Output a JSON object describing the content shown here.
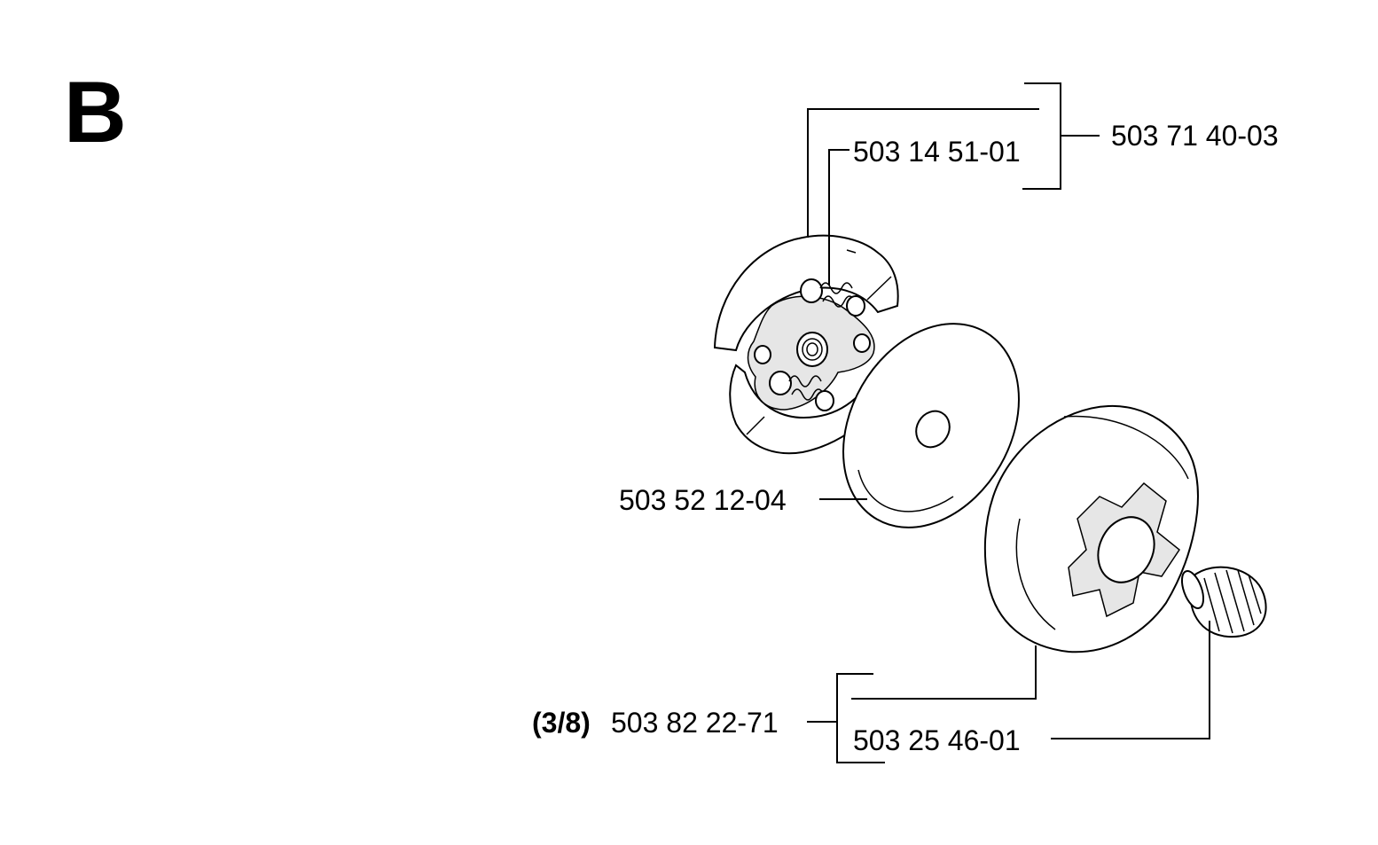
{
  "diagram": {
    "section_letter": "B",
    "labels": {
      "clutch_assembly": "503 71 40-03",
      "spring": "503 14 51-01",
      "washer": "503 52 12-04",
      "drum_assembly_prefix": "(3/8)",
      "drum_assembly": "503 82 22-71",
      "needle_bearing": "503 25 46-01"
    }
  }
}
